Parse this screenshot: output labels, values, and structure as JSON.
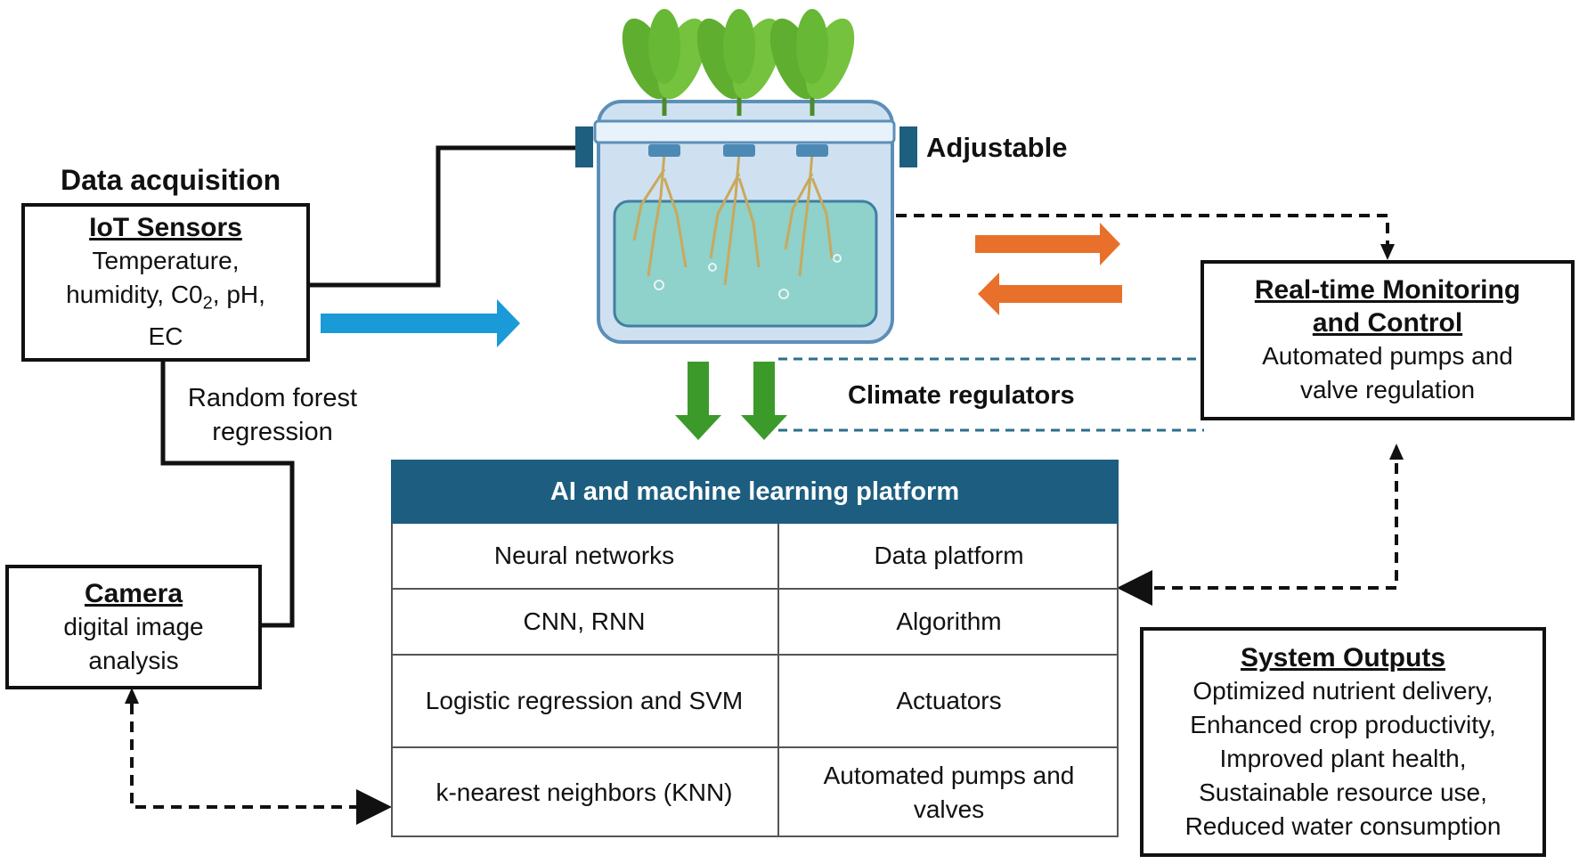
{
  "sections": {
    "data_acquisition_heading": "Data acquisition",
    "adjustable_label": "Adjustable",
    "random_forest_label_1": "Random forest",
    "random_forest_label_2": "regression",
    "climate_regulators_label": "Climate regulators"
  },
  "iot_sensors": {
    "title": "IoT Sensors",
    "line1": "Temperature,",
    "line2_prefix": "humidity, C0",
    "line2_sub": "2",
    "line2_suffix": ", pH,",
    "line3": "EC"
  },
  "camera": {
    "title": "Camera",
    "line1": "digital image",
    "line2": "analysis"
  },
  "monitoring": {
    "title1": "Real-time Monitoring",
    "title2": "and Control",
    "line1": "Automated pumps and",
    "line2": "valve regulation"
  },
  "outputs": {
    "title": "System Outputs",
    "items": [
      "Optimized nutrient delivery,",
      "Enhanced crop productivity,",
      "Improved plant health,",
      "Sustainable resource use,",
      "Reduced water consumption"
    ]
  },
  "ai_platform": {
    "header": "AI and machine learning platform",
    "left": [
      "Neural networks",
      "CNN, RNN",
      "Logistic regression and SVM",
      "k-nearest neighbors (KNN)"
    ],
    "right": [
      "Data platform",
      "Algorithm",
      "Actuators",
      "Automated pumps and valves"
    ]
  },
  "colors": {
    "blue_arrow": "#1a9ad6",
    "orange_arrow": "#e8702a",
    "green_arrow": "#3c9a2a",
    "table_header": "#1d5e80",
    "dashed_teal": "#2b6f8a"
  },
  "icons": [
    "hydroponic-tank-icon",
    "plant-icon"
  ]
}
